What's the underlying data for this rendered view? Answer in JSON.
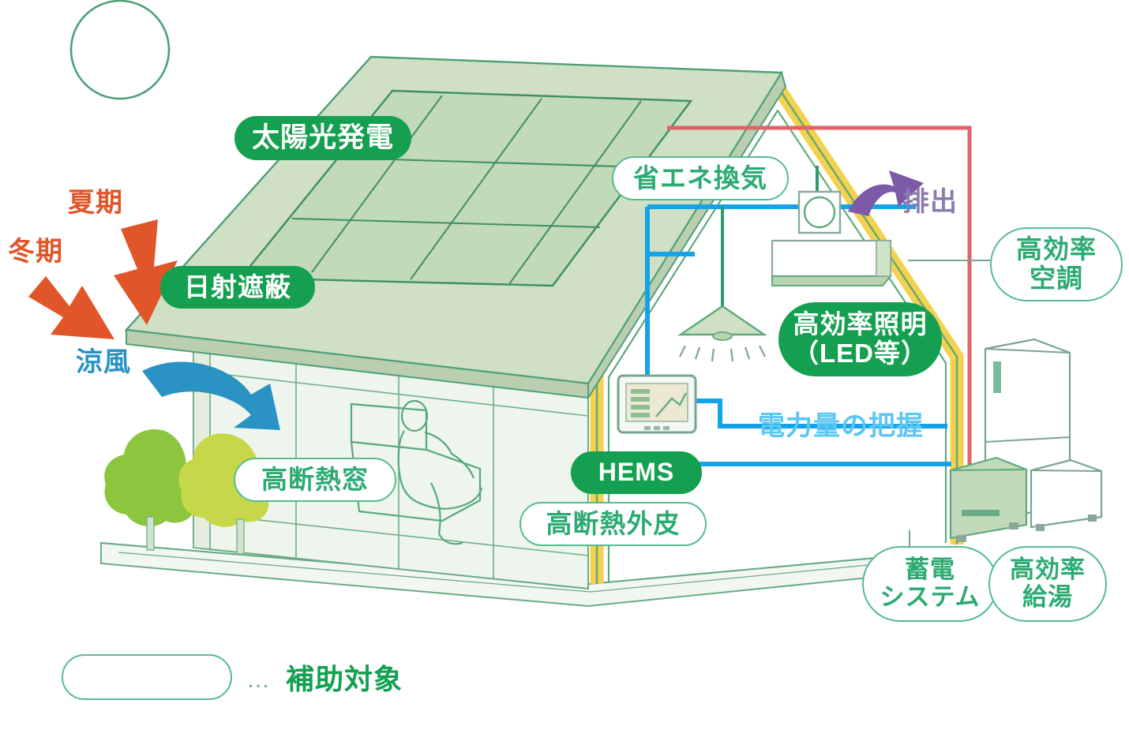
{
  "diagram": {
    "title_alt": "ZEH house energy-saving equipment diagram",
    "colors": {
      "green_solid": "#14a050",
      "green_outline_text": "#2bab72",
      "green_outline_border": "#56bb8e",
      "orange_arrow": "#e0562a",
      "orange_text": "#e0562a",
      "blue_breeze": "#2a93c4",
      "blue_wire": "#15a3e8",
      "light_blue_text": "#5bc7f2",
      "purple_exhaust": "#7d5aa8",
      "red_line": "#e0636b",
      "yellow_insulation": "#f5d14e",
      "roof_fill": "#cfe0c4",
      "panel_fill": "#cde0c6",
      "tree_dark": "#8cc63f",
      "tree_light": "#c6d84a",
      "outline_green": "#3f9a6b",
      "background": "#ffffff"
    }
  },
  "labels": {
    "solar_power": "太陽光発電",
    "solar_shading": "日射遮蔽",
    "eco_ventilation": "省エネ換気",
    "high_efficiency_lighting": "高効率照明\n（LED等）",
    "high_efficiency_hvac": "高効率\n空調",
    "insulated_window": "高断熱窓",
    "hems": "HEMS",
    "insulated_envelope": "高断熱外皮",
    "battery_system": "蓄電\nシステム",
    "high_efficiency_water_heater": "高効率\n給湯"
  },
  "annotations": {
    "summer": "夏期",
    "winter": "冬期",
    "cool_breeze": "涼風",
    "exhaust": "排出",
    "power_monitoring": "電力量の把握"
  },
  "legend": {
    "dots": "…",
    "caption": "補助対象"
  }
}
